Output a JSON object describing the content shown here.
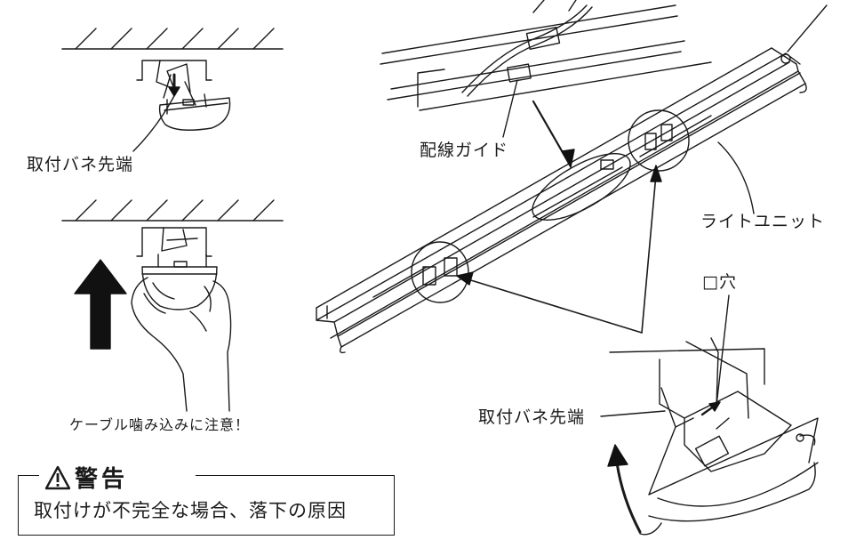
{
  "labels": {
    "spring_tip_top": "取付バネ先端",
    "wiring_guide": "配線ガイド",
    "light_unit": "ライトユニット",
    "square_hole": "□穴",
    "spring_tip_right": "取付バネ先端",
    "cable_caution": "ケーブル噛み込みに注意！"
  },
  "warning": {
    "title": "警告",
    "text": "取付けが不完全な場合、落下の原因"
  },
  "icons": [
    "warning-triangle-icon",
    "up-arrow-icon",
    "down-arrow-icon"
  ],
  "colors": {
    "line": "#1a1a1a",
    "fill": "#ffffff",
    "arrow": "#111111"
  }
}
